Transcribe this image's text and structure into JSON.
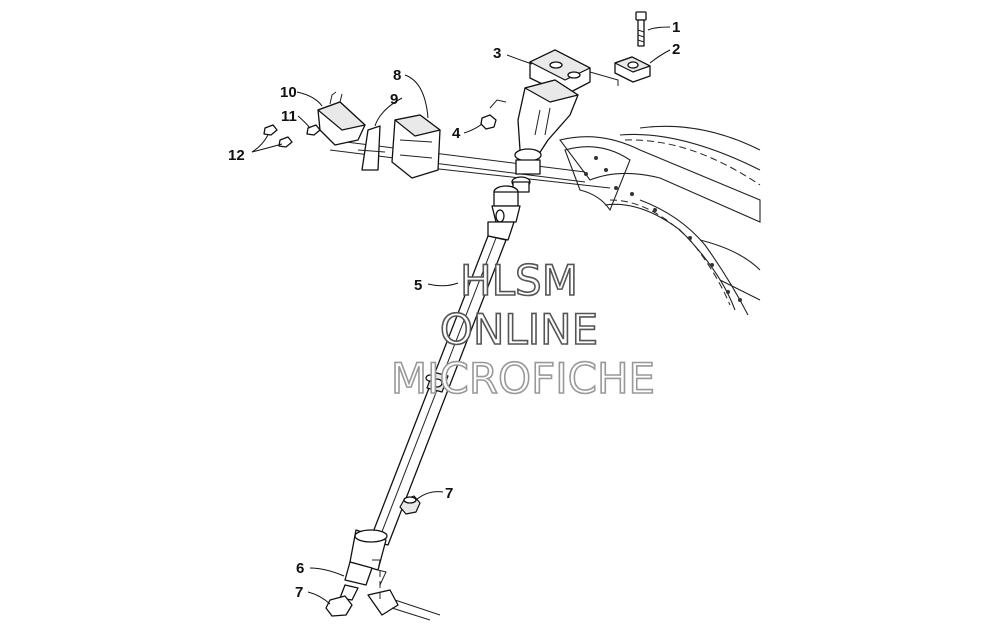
{
  "callouts": [
    {
      "id": "1",
      "label": "1"
    },
    {
      "id": "2",
      "label": "2"
    },
    {
      "id": "3",
      "label": "3"
    },
    {
      "id": "4",
      "label": "4"
    },
    {
      "id": "5",
      "label": "5"
    },
    {
      "id": "6",
      "label": "6"
    },
    {
      "id": "7a",
      "label": "7"
    },
    {
      "id": "7b",
      "label": "7"
    },
    {
      "id": "8",
      "label": "8"
    },
    {
      "id": "9",
      "label": "9"
    },
    {
      "id": "10",
      "label": "10"
    },
    {
      "id": "11",
      "label": "11"
    },
    {
      "id": "12",
      "label": "12"
    }
  ],
  "watermark": {
    "line1": "HLSM",
    "line2": "ONLINE",
    "line3": "MICROFICHE"
  }
}
